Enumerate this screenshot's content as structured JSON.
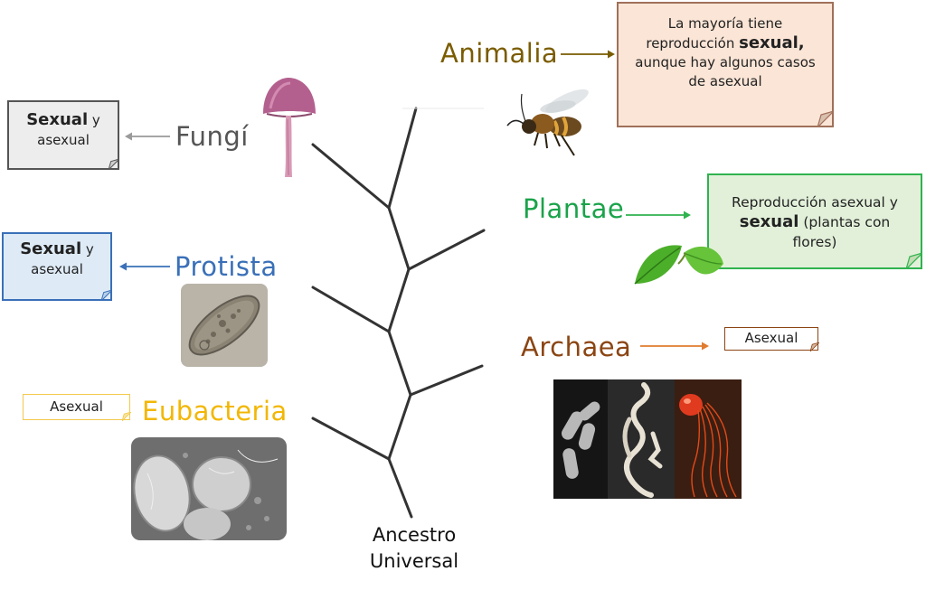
{
  "diagram": {
    "root": {
      "line1": "Ancestro",
      "line2": "Universal"
    },
    "kingdoms": {
      "animalia": {
        "name": "Animalia",
        "color": "#7a5c00"
      },
      "plantae": {
        "name": "Plantae",
        "color": "#1aa34a"
      },
      "archaea": {
        "name": "Archaea",
        "color": "#8b4513"
      },
      "fungi": {
        "name": "Fungí",
        "color": "#555555"
      },
      "protista": {
        "name": "Protista",
        "color": "#3a70b8"
      },
      "eubacteria": {
        "name": "Eubacteria",
        "color": "#f2b705"
      }
    },
    "notes": {
      "animalia": {
        "pre": "La mayoría tiene reproducción ",
        "bold": "sexual,",
        "post": " aunque hay algunos casos de asexual",
        "bg": "#fbe5d6",
        "border": "#a0705a"
      },
      "plantae": {
        "pre": "Reproducción asexual y ",
        "bold": "sexual",
        "post": " (plantas con flores)",
        "bg": "#e2f0d9",
        "border": "#2fb34f"
      },
      "archaea": {
        "text": "Asexual",
        "border": "#8b4513"
      },
      "fungi": {
        "bold": "Sexual",
        "post": " y asexual",
        "bg": "#ededed",
        "border": "#555555"
      },
      "protista": {
        "bold": "Sexual",
        "post": " y asexual",
        "bg": "#deebf7",
        "border": "#3a70b8"
      },
      "eubacteria": {
        "text": "Asexual",
        "border": "#f2c94c"
      }
    },
    "images": {
      "mushroom": "mushroom-icon",
      "bee": "bee-icon",
      "leaves": "leaf-icon",
      "paramecium": "paramecium-icon",
      "bacteria": "bacteria-micrograph",
      "archaea": "archaea-micrographs"
    }
  }
}
